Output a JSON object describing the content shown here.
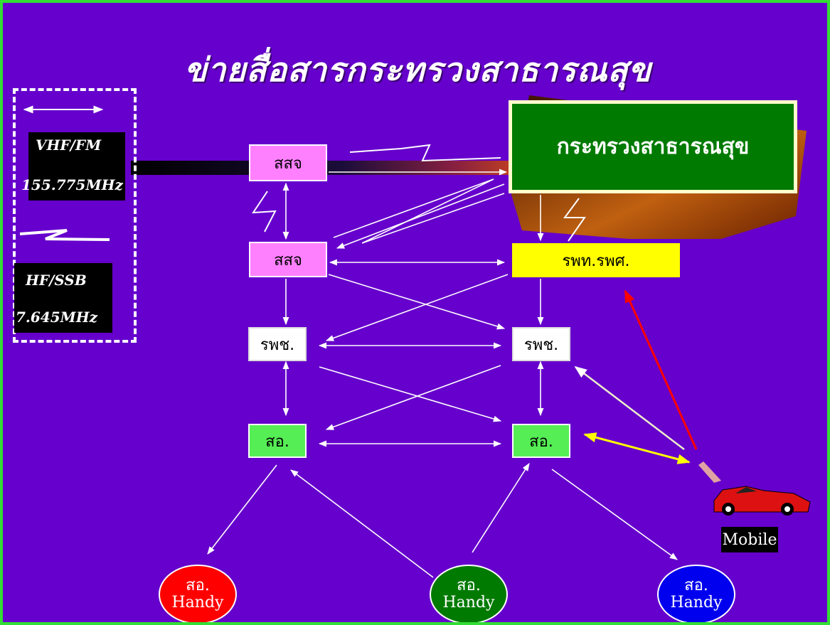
{
  "title": "ข่ายสื่อสารกระทรวงสาธารณสุข",
  "legend": {
    "vhf": {
      "band": "VHF/FM",
      "frequency": "155.775MHz"
    },
    "hf": {
      "band": "HF/SSB",
      "frequency": "7.645MHz"
    }
  },
  "ministry": "กระทรวงสาธารณสุข",
  "nodes": {
    "ssj_top": "สสจ",
    "ssj_mid": "สสจ",
    "hospital_regional": "รพท.รพศ.",
    "rpch_left": "รพช.",
    "rpch_right": "รพช.",
    "sao_left": "สอ.",
    "sao_right": "สอ."
  },
  "handies": [
    {
      "line1": "สอ.",
      "line2": "Handy",
      "color": "#ff0000"
    },
    {
      "line1": "สอ.",
      "line2": "Handy",
      "color": "#007a00"
    },
    {
      "line1": "สอ.",
      "line2": "Handy",
      "color": "#0000ee"
    }
  ],
  "mobile": "Mobile"
}
